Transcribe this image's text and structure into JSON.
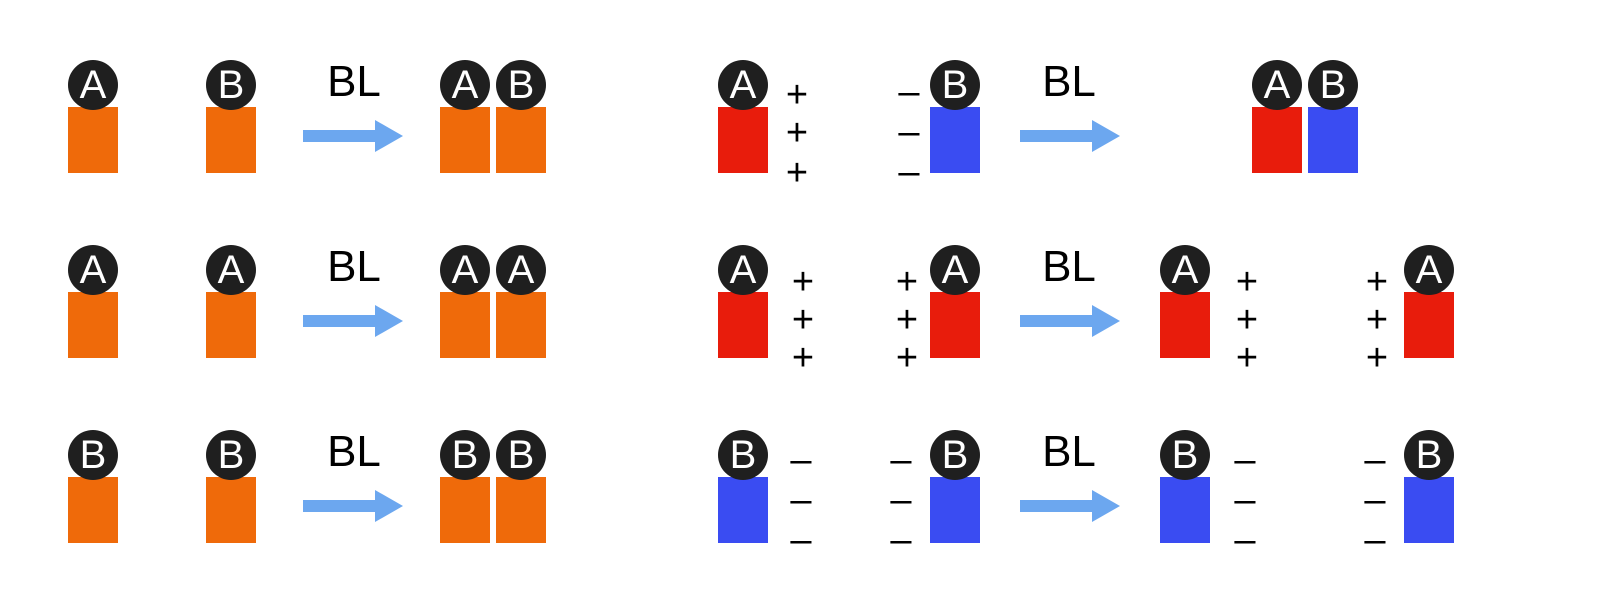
{
  "colors": {
    "neutral": "#ef6a0a",
    "positive": "#e81c0c",
    "negative": "#3a4cf2",
    "badge": "#1f1f1f",
    "arrow": "#6ca7ef"
  },
  "panels": [
    {
      "label": "BL",
      "before": [
        {
          "letter": "A",
          "color": "neutral"
        },
        {
          "letter": "B",
          "color": "neutral"
        }
      ],
      "after": [
        {
          "letter": "A",
          "color": "neutral"
        },
        {
          "letter": "B",
          "color": "neutral"
        }
      ]
    },
    {
      "label": "BL",
      "before": [
        {
          "letter": "A",
          "color": "neutral"
        },
        {
          "letter": "A",
          "color": "neutral"
        }
      ],
      "after": [
        {
          "letter": "A",
          "color": "neutral"
        },
        {
          "letter": "A",
          "color": "neutral"
        }
      ]
    },
    {
      "label": "BL",
      "before": [
        {
          "letter": "B",
          "color": "neutral"
        },
        {
          "letter": "B",
          "color": "neutral"
        }
      ],
      "after": [
        {
          "letter": "B",
          "color": "neutral"
        },
        {
          "letter": "B",
          "color": "neutral"
        }
      ]
    },
    {
      "label": "BL",
      "before": [
        {
          "letter": "A",
          "color": "positive",
          "charge": "+"
        },
        {
          "letter": "B",
          "color": "negative",
          "charge": "–"
        }
      ],
      "after": [
        {
          "letter": "A",
          "color": "positive"
        },
        {
          "letter": "B",
          "color": "negative"
        }
      ]
    },
    {
      "label": "BL",
      "before": [
        {
          "letter": "A",
          "color": "positive",
          "charge": "+"
        },
        {
          "letter": "A",
          "color": "positive",
          "charge": "+"
        }
      ],
      "after": [
        {
          "letter": "A",
          "color": "positive",
          "charge": "+"
        },
        {
          "letter": "A",
          "color": "positive",
          "charge": "+"
        }
      ]
    },
    {
      "label": "BL",
      "before": [
        {
          "letter": "B",
          "color": "negative",
          "charge": "–"
        },
        {
          "letter": "B",
          "color": "negative",
          "charge": "–"
        }
      ],
      "after": [
        {
          "letter": "B",
          "color": "negative",
          "charge": "–"
        },
        {
          "letter": "B",
          "color": "negative",
          "charge": "–"
        }
      ]
    }
  ]
}
